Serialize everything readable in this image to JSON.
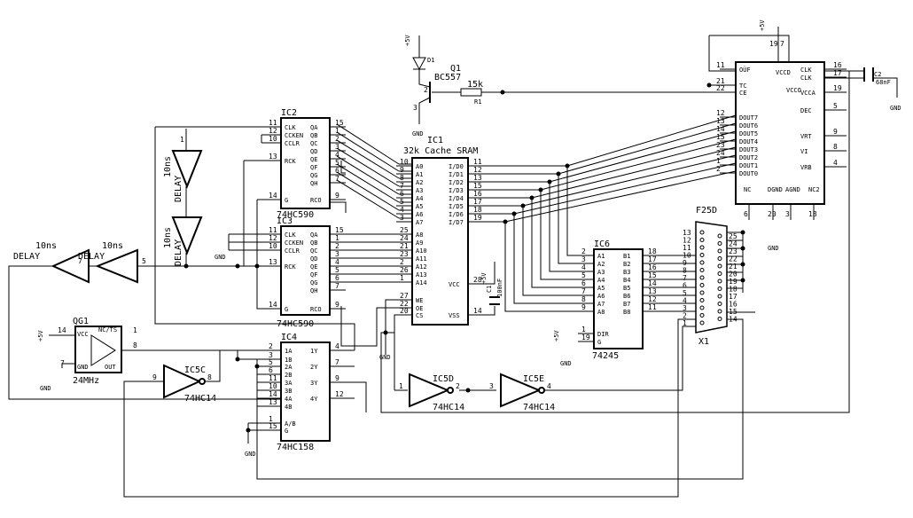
{
  "ic2": {
    "ref": "IC2",
    "part": "74HC590",
    "left": [
      "CLK",
      "CCKEN",
      "CCLR",
      "RCK",
      "G"
    ],
    "leftPins": [
      "11",
      "12",
      "10",
      "13",
      "14"
    ],
    "right": [
      "QA",
      "QB",
      "QC",
      "QD",
      "QE",
      "QF",
      "QG",
      "QH",
      "RCO"
    ],
    "rightPins": [
      "15",
      "1",
      "2",
      "3",
      "4",
      "5",
      "6",
      "7",
      "9"
    ]
  },
  "ic3": {
    "ref": "IC3",
    "part": "74HC590",
    "left": [
      "CLK",
      "CCKEN",
      "CCLR",
      "RCK",
      "G"
    ],
    "leftPins": [
      "11",
      "12",
      "10",
      "13",
      "14"
    ],
    "right": [
      "QA",
      "QB",
      "QC",
      "QD",
      "QE",
      "QF",
      "QG",
      "QH",
      "RCO"
    ],
    "rightPins": [
      "15",
      "1",
      "2",
      "3",
      "4",
      "5",
      "6",
      "7",
      "9"
    ]
  },
  "ic4": {
    "ref": "IC4",
    "part": "74HC158",
    "left": [
      "1A",
      "1B",
      "2A",
      "2B",
      "3A",
      "3B",
      "4A",
      "4B",
      "A/B",
      "G"
    ],
    "leftPins": [
      "2",
      "3",
      "5",
      "6",
      "11",
      "10",
      "14",
      "13",
      "1",
      "15"
    ],
    "right": [
      "1Y",
      "2Y",
      "3Y",
      "4Y"
    ],
    "rightPins": [
      "4",
      "7",
      "9",
      "12"
    ]
  },
  "ic1": {
    "ref": "IC1",
    "part": "32k Cache SRAM",
    "left": [
      "A0",
      "A1",
      "A2",
      "A3",
      "A4",
      "A5",
      "A6",
      "A7",
      "A8",
      "A9",
      "A10",
      "A11",
      "A12",
      "A13",
      "A14",
      "WE",
      "OE",
      "CS"
    ],
    "leftPins": [
      "10",
      "9",
      "8",
      "7",
      "6",
      "5",
      "4",
      "3",
      "25",
      "24",
      "21",
      "23",
      "2",
      "26",
      "1",
      "27",
      "22",
      "20"
    ],
    "right": [
      "I/D0",
      "I/D1",
      "I/D2",
      "I/D3",
      "I/D4",
      "I/D5",
      "I/D6",
      "I/D7",
      "VCC",
      "VSS"
    ],
    "rightPins": [
      "11",
      "12",
      "13",
      "15",
      "16",
      "17",
      "18",
      "19",
      "28",
      "14"
    ]
  },
  "ic6": {
    "ref": "IC6",
    "part": "74245",
    "left": [
      "A1",
      "A2",
      "A3",
      "A4",
      "A5",
      "A6",
      "A7",
      "A8",
      "DIR",
      "G"
    ],
    "leftPins": [
      "2",
      "3",
      "4",
      "5",
      "6",
      "7",
      "8",
      "9",
      "1",
      "19"
    ],
    "right": [
      "B1",
      "B2",
      "B3",
      "B4",
      "B5",
      "B6",
      "B7",
      "B8"
    ],
    "rightPins": [
      "18",
      "17",
      "16",
      "15",
      "14",
      "13",
      "12",
      "11"
    ]
  },
  "adc": {
    "left": [
      "OÜF",
      "TC",
      "CE",
      "DOUT7",
      "DOUT6",
      "DOUT5",
      "DOUT4",
      "DOUT3",
      "DOUT2",
      "DOUT1",
      "DOUT0"
    ],
    "leftPins": [
      "11",
      "21",
      "22",
      "12",
      "13",
      "14",
      "15",
      "23",
      "24",
      "1",
      "2"
    ],
    "right": [
      "CLK",
      "CLK",
      "VCCA",
      "DEC",
      "VRT",
      "VI",
      "VRB"
    ],
    "rightPins": [
      "16",
      "17",
      "19",
      "5",
      "9",
      "8",
      "4"
    ],
    "top": [
      "VCCD",
      "VCCO"
    ],
    "bottom": [
      "NC",
      "DGND",
      "AGND",
      "NC2"
    ],
    "bottomPins": [
      "6",
      "20",
      "3",
      "18"
    ],
    "topPins": [
      "19",
      "7"
    ]
  },
  "connector": {
    "ref": "F25D",
    "name": "X1",
    "pinsLeft": [
      "13",
      "12",
      "11",
      "10",
      "9",
      "8",
      "7",
      "6",
      "5",
      "4",
      "3",
      "2",
      "1"
    ],
    "pinsRight": [
      "25",
      "24",
      "23",
      "22",
      "21",
      "20",
      "19",
      "18",
      "17",
      "16",
      "15",
      "14"
    ]
  },
  "osc": {
    "ref": "QG1",
    "freq": "24MHz",
    "labels": [
      "VCC",
      "NC/TS",
      "GND",
      "OUT"
    ],
    "pins": [
      "14",
      "1",
      "7",
      "8"
    ]
  },
  "gates": {
    "ic5c": "IC5C",
    "ic5d": "IC5D",
    "ic5e": "IC5E",
    "part": "74HC14",
    "p5c": [
      "9",
      "8"
    ],
    "p5d": [
      "1",
      "2"
    ],
    "p5e": [
      "3",
      "4"
    ]
  },
  "delays": {
    "d1": "10ns",
    "d2": "10ns",
    "word": "DELAY",
    "pin7": "7",
    "pin5": "5"
  },
  "vdelays": {
    "t1": "10ns",
    "t2": "10ns",
    "word": "DELAY",
    "p1": "1"
  },
  "transistor": {
    "ref": "Q1",
    "part": "BC557",
    "r1": "R1",
    "r1v": "15k",
    "d1": "D1",
    "pins": [
      "2",
      "3"
    ]
  },
  "caps": {
    "c1": "C1",
    "c1v": "100nF",
    "c2": "C2",
    "c2v": "68nF"
  },
  "power": {
    "p5v": "+5V",
    "gnd": "GND"
  }
}
